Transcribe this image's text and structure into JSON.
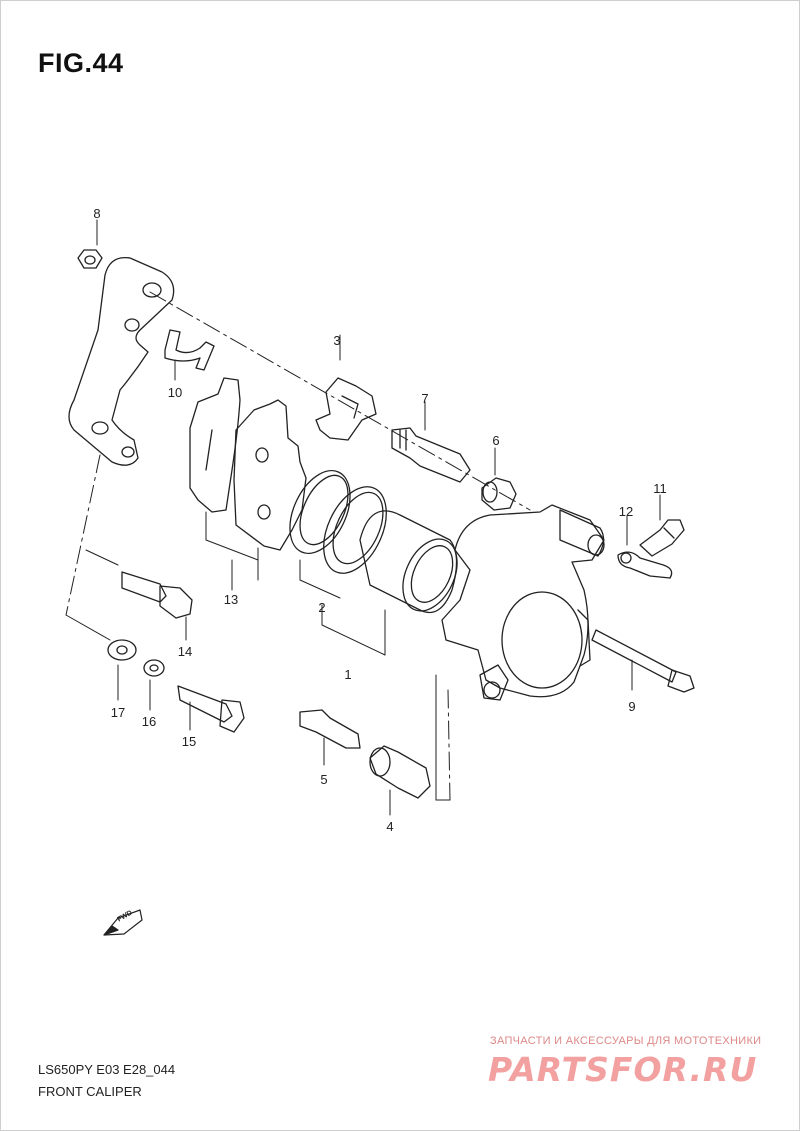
{
  "header": {
    "figure": "FIG.44"
  },
  "callouts": {
    "c1": "1",
    "c2": "2",
    "c3": "3",
    "c4": "4",
    "c5": "5",
    "c6": "6",
    "c7": "7",
    "c8": "8",
    "c9": "9",
    "c10": "10",
    "c11": "11",
    "c12": "12",
    "c13": "13",
    "c14": "14",
    "c15": "15",
    "c16": "16",
    "c17": "17"
  },
  "fwd_badge": "FWD",
  "footer": {
    "model_code": "LS650PY E03 E28_044",
    "caption": "FRONT CALIPER"
  },
  "watermark": {
    "tagline": "ЗАПЧАСТИ И АКСЕССУАРЫ ДЛЯ МОТОТЕХНИКИ",
    "brand": "PARTSFOR.RU"
  }
}
